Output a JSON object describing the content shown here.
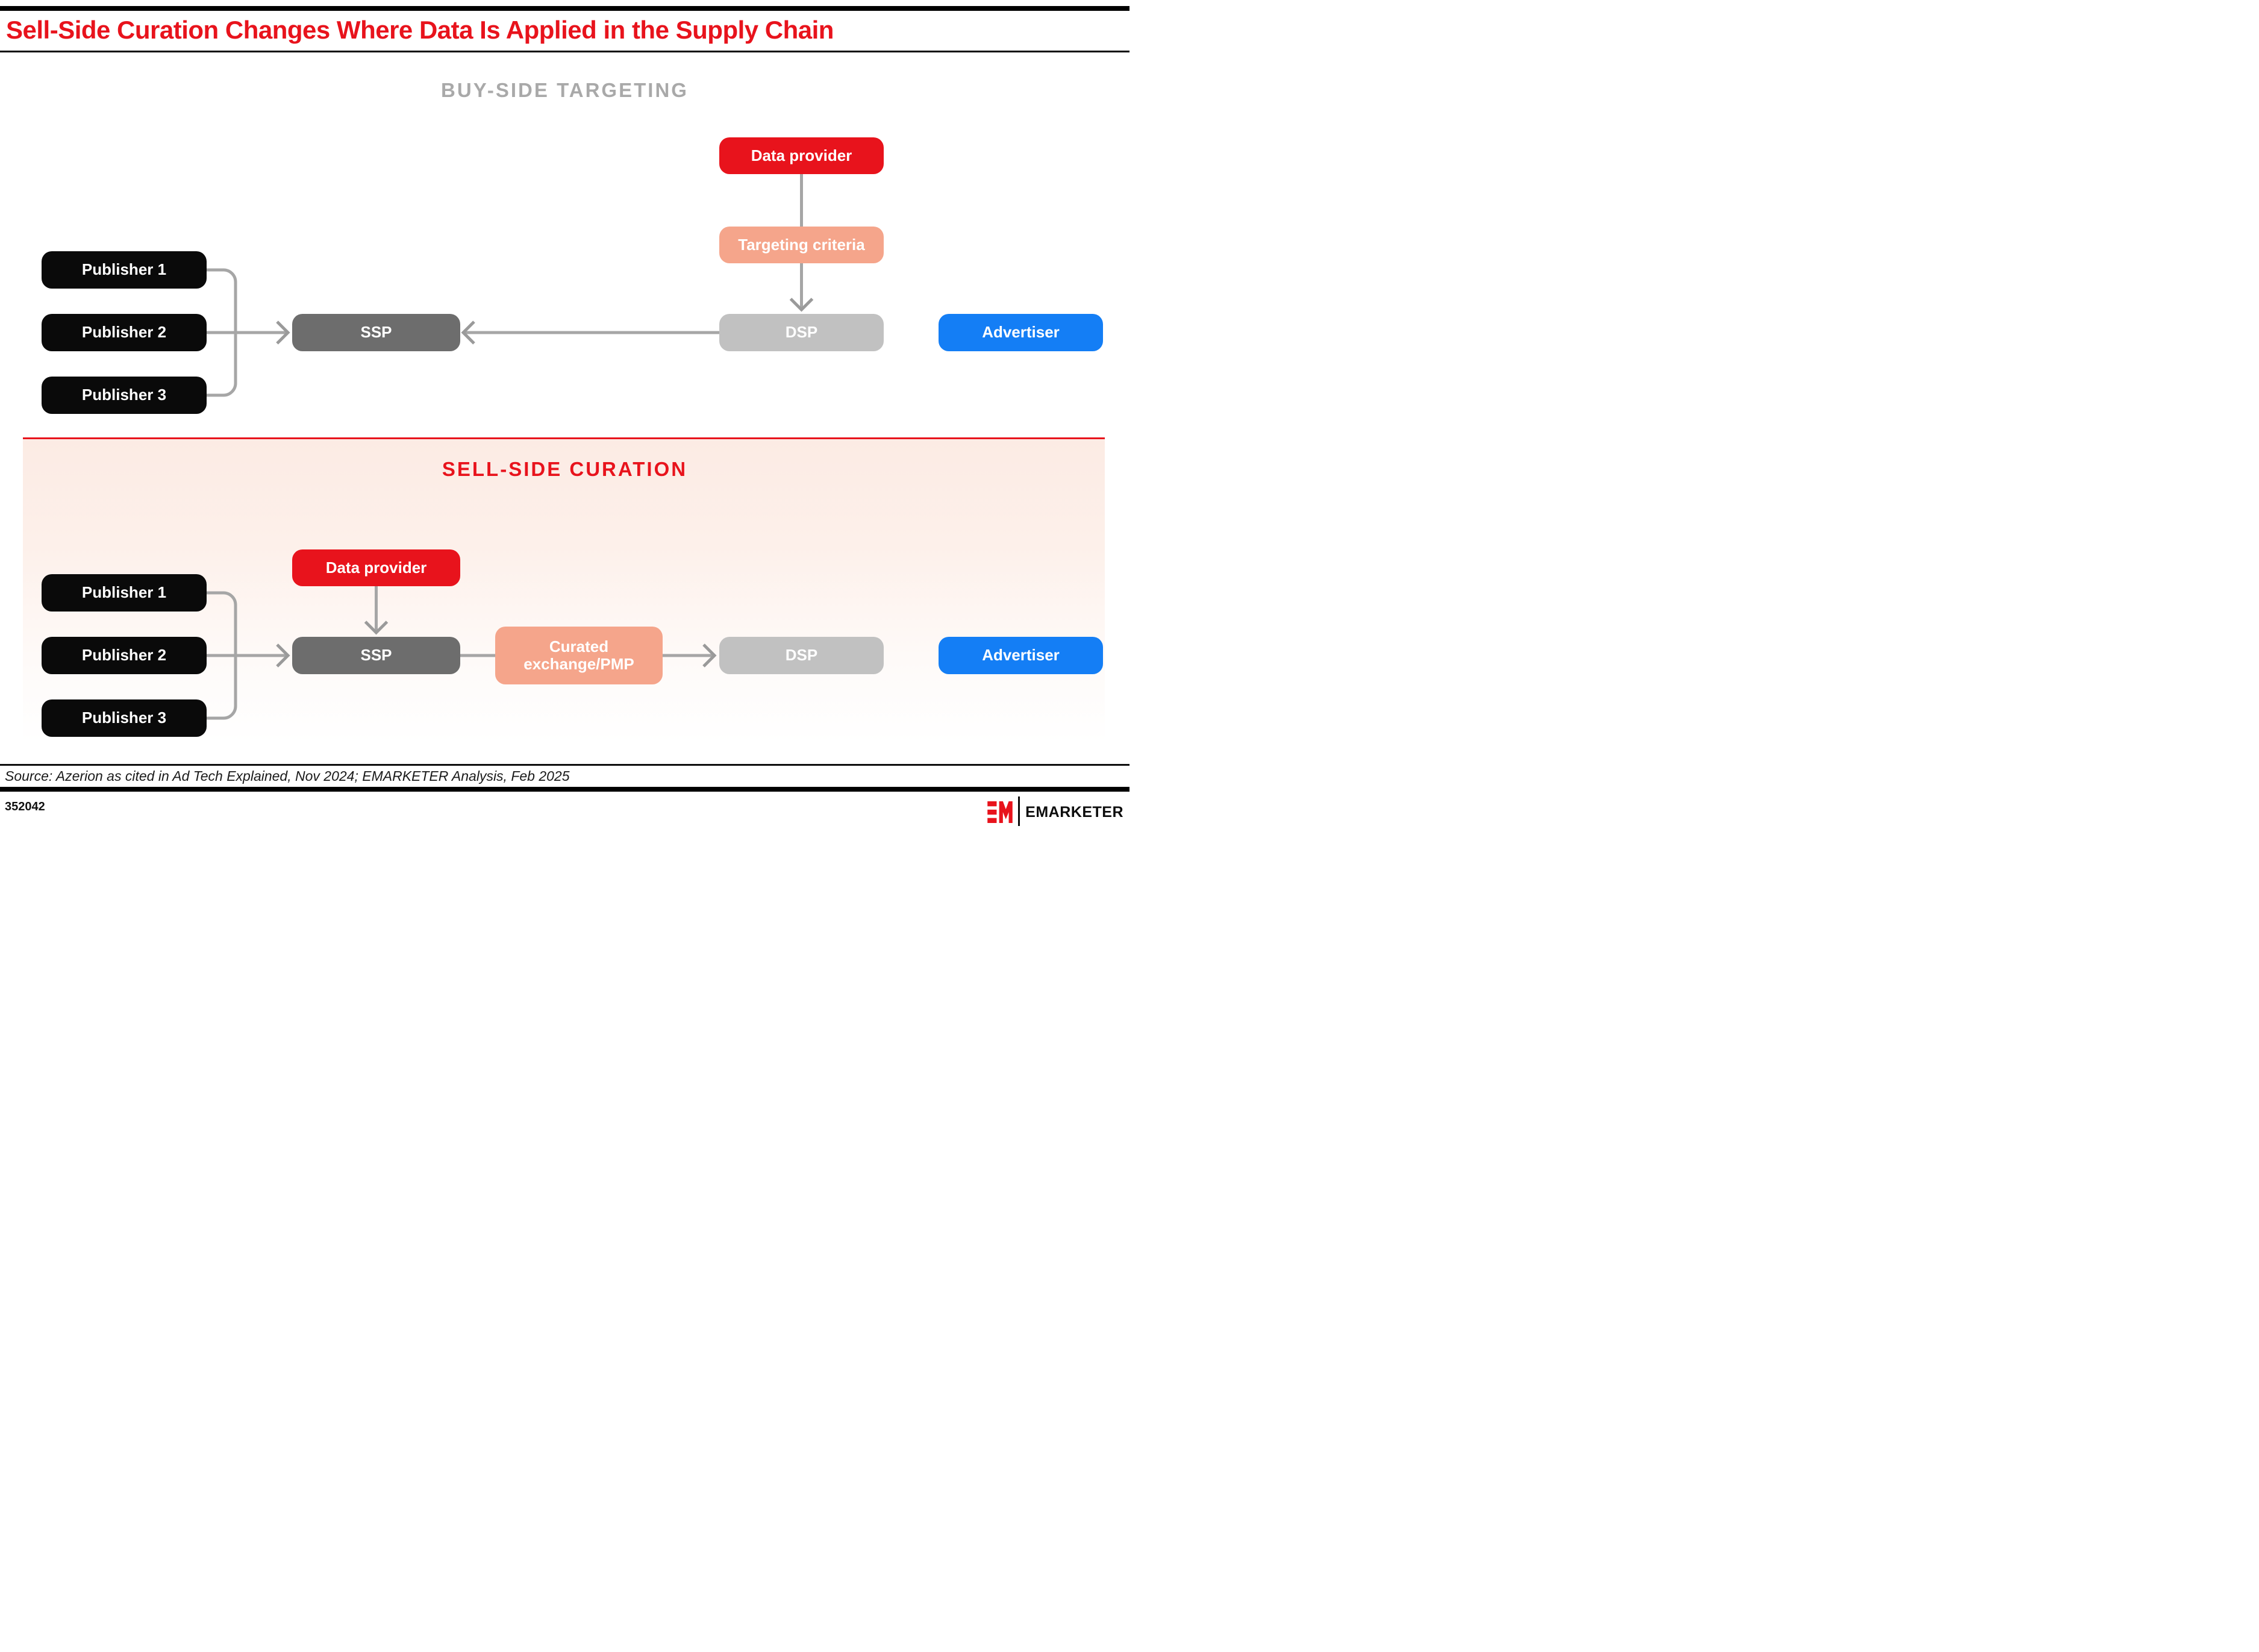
{
  "page": {
    "title": "Sell-Side Curation Changes Where Data Is Applied in the Supply Chain"
  },
  "buy_side": {
    "heading": "BUY-SIDE TARGETING",
    "publishers": [
      "Publisher 1",
      "Publisher 2",
      "Publisher 3"
    ],
    "data_provider": "Data provider",
    "targeting_criteria": "Targeting criteria",
    "ssp": "SSP",
    "dsp": "DSP",
    "advertiser": "Advertiser"
  },
  "sell_side": {
    "heading": "SELL-SIDE CURATION",
    "publishers": [
      "Publisher 1",
      "Publisher 2",
      "Publisher 3"
    ],
    "data_provider": "Data provider",
    "ssp": "SSP",
    "curated_exchange": "Curated exchange/PMP",
    "dsp": "DSP",
    "advertiser": "Advertiser"
  },
  "footer": {
    "source": "Source: Azerion as cited in Ad Tech Explained, Nov 2024; EMARKETER Analysis, Feb 2025",
    "chart_id": "352042",
    "brand": "EMARKETER"
  },
  "colors": {
    "brand_red": "#e8131c",
    "salmon": "#f5a58b",
    "dark_gray": "#6d6d6d",
    "light_gray": "#c1c1c1",
    "advertiser_blue": "#147ef5",
    "connector_gray": "#a6a6a6",
    "heading_gray": "#a9a9a9"
  }
}
